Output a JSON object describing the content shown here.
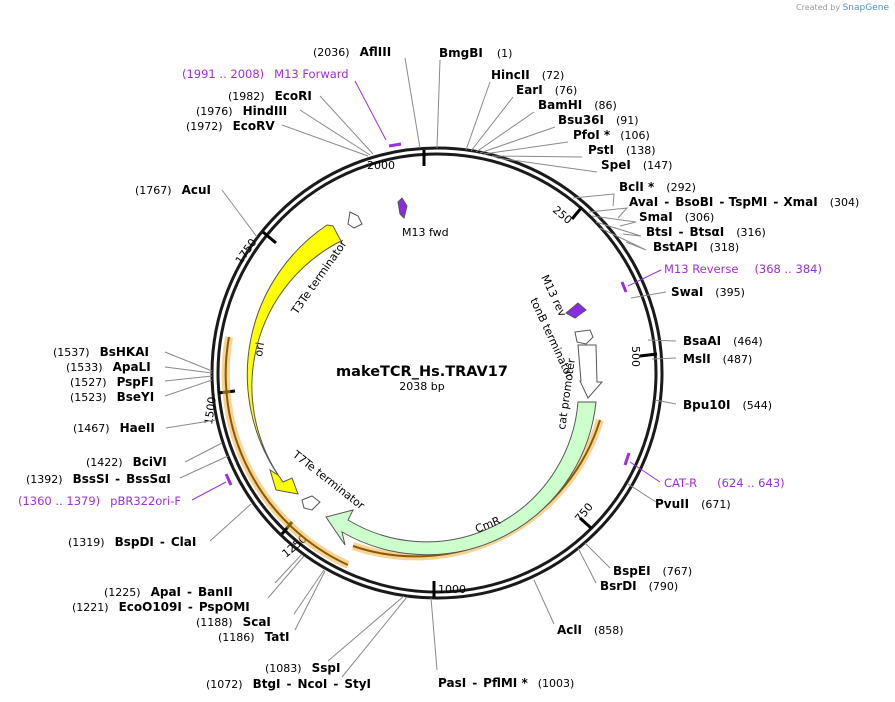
{
  "credit": {
    "prefix": "Created by",
    "brand": "SnapGene"
  },
  "plasmid": {
    "name": "makeTCR_Hs.TRAV17",
    "size_label": "2038 bp",
    "length": 2038
  },
  "ticks": [
    "2000",
    "250",
    "500",
    "750",
    "1000",
    "1250",
    "1500",
    "1750"
  ],
  "enzymes": [
    {
      "label_parts": [
        "BmgBI"
      ],
      "pos": "(1)"
    },
    {
      "label_parts": [
        "HincII"
      ],
      "pos": "(72)"
    },
    {
      "label_parts": [
        "EarI"
      ],
      "pos": "(76)"
    },
    {
      "label_parts": [
        "BamHI"
      ],
      "pos": "(86)"
    },
    {
      "label_parts": [
        "Bsu36I"
      ],
      "pos": "(91)"
    },
    {
      "label_parts": [
        "PfoI *"
      ],
      "pos": "(106)"
    },
    {
      "label_parts": [
        "PstI"
      ],
      "pos": "(138)"
    },
    {
      "label_parts": [
        "SpeI"
      ],
      "pos": "(147)"
    },
    {
      "label_parts": [
        "BclI *"
      ],
      "pos": "(292)"
    },
    {
      "label_parts": [
        "AvaI",
        "BsoBI",
        "TspMI",
        "XmaI"
      ],
      "pos": "(304)"
    },
    {
      "label_parts": [
        "SmaI"
      ],
      "pos": "(306)"
    },
    {
      "label_parts": [
        "BtsI",
        "BtsαI"
      ],
      "pos": "(316)"
    },
    {
      "label_parts": [
        "BstAPI"
      ],
      "pos": "(318)"
    },
    {
      "label_parts": [
        "SwaI"
      ],
      "pos": "(395)"
    },
    {
      "label_parts": [
        "BsaAI"
      ],
      "pos": "(464)"
    },
    {
      "label_parts": [
        "MslI"
      ],
      "pos": "(487)"
    },
    {
      "label_parts": [
        "Bpu10I"
      ],
      "pos": "(544)"
    },
    {
      "label_parts": [
        "PvuII"
      ],
      "pos": "(671)"
    },
    {
      "label_parts": [
        "BspEI"
      ],
      "pos": "(767)"
    },
    {
      "label_parts": [
        "BsrDI"
      ],
      "pos": "(790)"
    },
    {
      "label_parts": [
        "AclI"
      ],
      "pos": "(858)"
    },
    {
      "label_parts": [
        "PasI",
        "PflMI *"
      ],
      "pos": "(1003)"
    },
    {
      "label_parts": [
        "BtgI",
        "NcoI",
        "StyI"
      ],
      "pos": "(1072)"
    },
    {
      "label_parts": [
        "SspI"
      ],
      "pos": "(1083)"
    },
    {
      "label_parts": [
        "TatI"
      ],
      "pos": "(1186)"
    },
    {
      "label_parts": [
        "ScaI"
      ],
      "pos": "(1188)"
    },
    {
      "label_parts": [
        "EcoO109I",
        "PspOMI"
      ],
      "pos": "(1221)"
    },
    {
      "label_parts": [
        "ApaI",
        "BanII"
      ],
      "pos": "(1225)"
    },
    {
      "label_parts": [
        "BspDI",
        "ClaI"
      ],
      "pos": "(1319)"
    },
    {
      "label_parts": [
        "BssSI",
        "BssSαI"
      ],
      "pos": "(1392)"
    },
    {
      "label_parts": [
        "BciVI"
      ],
      "pos": "(1422)"
    },
    {
      "label_parts": [
        "HaeII"
      ],
      "pos": "(1467)"
    },
    {
      "label_parts": [
        "BseYI"
      ],
      "pos": "(1523)"
    },
    {
      "label_parts": [
        "PspFI"
      ],
      "pos": "(1527)"
    },
    {
      "label_parts": [
        "ApaLI"
      ],
      "pos": "(1533)"
    },
    {
      "label_parts": [
        "BsHKAI"
      ],
      "pos": "(1537)"
    },
    {
      "label_parts": [
        "AcuI"
      ],
      "pos": "(1767)"
    },
    {
      "label_parts": [
        "EcoRV"
      ],
      "pos": "(1972)"
    },
    {
      "label_parts": [
        "HindIII"
      ],
      "pos": "(1976)"
    },
    {
      "label_parts": [
        "EcoRI"
      ],
      "pos": "(1982)"
    },
    {
      "label_parts": [
        "AflIII"
      ],
      "pos": "(2036)"
    }
  ],
  "primers": [
    {
      "name": "M13 Forward",
      "range": "(1991 .. 2008)"
    },
    {
      "name": "M13 Reverse",
      "range": "(368 .. 384)"
    },
    {
      "name": "CAT-R",
      "range": "(624 .. 643)"
    },
    {
      "name": "pBR322ori-F",
      "range": "(1360 .. 1379)"
    }
  ],
  "features": [
    {
      "name": "M13 fwd",
      "color": "#8b2be2"
    },
    {
      "name": "M13 rev",
      "color": "#8b2be2"
    },
    {
      "name": "tonB terminator",
      "color": "#ffffff"
    },
    {
      "name": "cat promoter",
      "color": "#ffffff"
    },
    {
      "name": "CmR",
      "color": "#ccffcc"
    },
    {
      "name": "T7Te terminator",
      "color": "#ffffff"
    },
    {
      "name": "ori",
      "color": "#ffff00"
    },
    {
      "name": "T3Te terminator",
      "color": "#ffffff"
    }
  ],
  "colors": {
    "backbone": "#1a1a1a",
    "primer": "#9b30d9",
    "highlight": "#f0b040"
  }
}
